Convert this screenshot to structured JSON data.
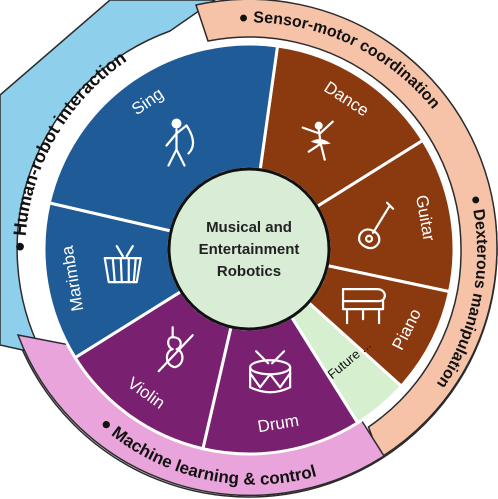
{
  "center": {
    "lines": [
      "Musical and",
      "Entertainment",
      "Robotics"
    ],
    "fill": "#d8ecd6",
    "stroke": "#111111"
  },
  "outer_arcs": [
    {
      "label": "Human-robot interaction",
      "color": "#8ecfec",
      "bullet": "●"
    },
    {
      "label": "Sensor-motor coordination",
      "color": "#f6c3a9",
      "bullet": "●"
    },
    {
      "label": "Dexterous manipulation",
      "color": "#f6c3a9",
      "bullet": "●"
    },
    {
      "label": "Machine learning & control",
      "color": "#e9a4dc",
      "bullet": "●"
    }
  ],
  "segments": [
    {
      "label": "Dance",
      "icon": "ballet-dancer-icon",
      "color": "#8b3a0f"
    },
    {
      "label": "Guitar",
      "icon": "guitar-icon",
      "color": "#8b3a0f"
    },
    {
      "label": "Piano",
      "icon": "grand-piano-icon",
      "color": "#8b3a0f"
    },
    {
      "label": "Future ...",
      "icon": "",
      "color": "#d6f0cf"
    },
    {
      "label": "Drum",
      "icon": "drum-icon",
      "color": "#7a2070"
    },
    {
      "label": "Violin",
      "icon": "violin-icon",
      "color": "#7a2070"
    },
    {
      "label": "Marimba",
      "icon": "marimba-icon",
      "color": "#1f5b96"
    },
    {
      "label": "Sing",
      "icon": "singer-icon",
      "color": "#1f5b96"
    }
  ]
}
